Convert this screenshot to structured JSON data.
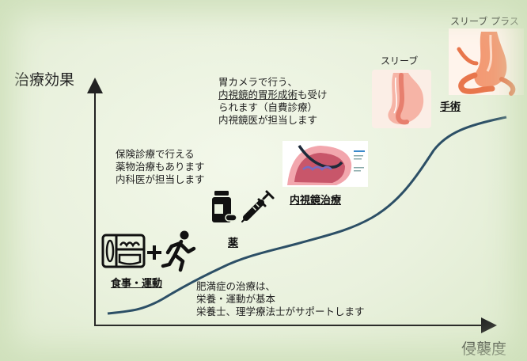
{
  "axes": {
    "y_label": "治療効果",
    "x_label": "侵襲度"
  },
  "stages": {
    "diet": "食事・運動",
    "drug": "薬",
    "endoscopy": "内視鏡治療",
    "surgery": "手術"
  },
  "notes": {
    "diet": [
      "肥満症の治療は、",
      "栄養・運動が基本",
      "栄養士、理学療法士がサポートします"
    ],
    "drug": [
      "保険診療で行える",
      "薬物治療もあります",
      "内科医が担当します"
    ],
    "endoscopy": {
      "line1": "胃カメラで行う、",
      "line2_underlined": "内視鏡的胃形成術",
      "line2_rest": "も受け",
      "line3": "られます（自費診療）",
      "line4": "内視鏡医が担当します"
    }
  },
  "surgery_types": {
    "sleeve": "スリーブ",
    "sleeve_plus": "スリーブ プラス"
  },
  "icons": [
    "food-tray-icon",
    "plus-icon",
    "running-person-icon",
    "pill-bottle-icon",
    "syringe-icon",
    "endoscopy-illustration",
    "sleeve-stomach-icon",
    "sleeve-plus-stomach-icon"
  ],
  "colors": {
    "curve": "#2c4f66",
    "axis": "#222222",
    "stomach": "#f08a6e",
    "background": "#eaf2df"
  }
}
